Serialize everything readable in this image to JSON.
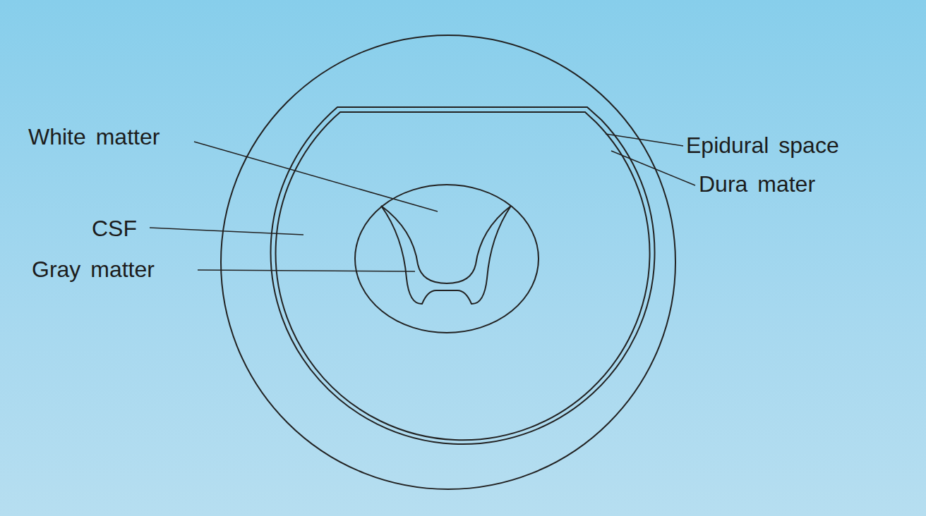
{
  "diagram": {
    "labels": [
      "White matter",
      "Epidural space",
      "Dura mater",
      "CSF",
      "Gray matter"
    ]
  }
}
